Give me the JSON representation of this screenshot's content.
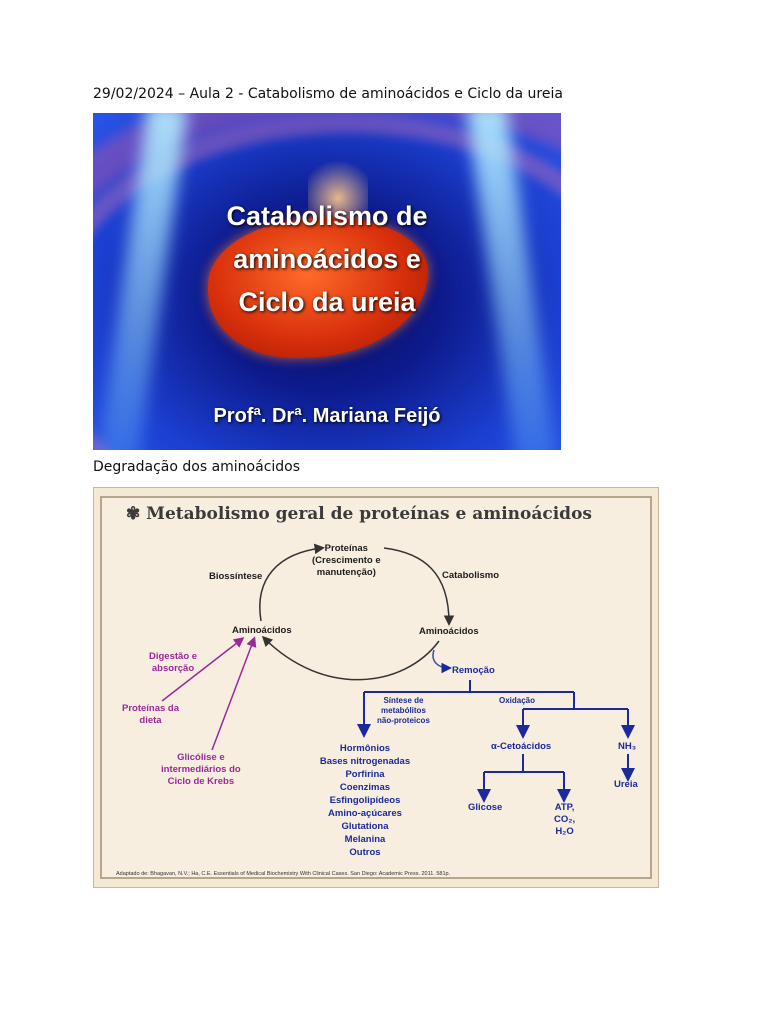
{
  "document": {
    "heading_line": "29/02/2024 – Aula 2 - Catabolismo de aminoácidos e Ciclo da ureia",
    "section_line": "Degradação dos aminoácidos"
  },
  "slide1": {
    "title_lines": [
      "Catabolismo de",
      "aminoácidos e",
      "Ciclo da ureia"
    ],
    "author": "Profª. Drª. Mariana Feijó"
  },
  "slide2": {
    "title": "✾ Metabolismo geral de proteínas e aminoácidos",
    "cycle": {
      "top": [
        "Proteínas",
        "(Crescimento e",
        "manutenção)"
      ],
      "left_label": "Biossíntese",
      "right_label": "Catabolismo",
      "left_node": "Aminoácidos",
      "right_node": "Aminoácidos"
    },
    "sources": {
      "digestion": [
        "Digestão e",
        "absorção"
      ],
      "diet": [
        "Proteínas da",
        "dieta"
      ],
      "glycolysis": [
        "Glicólise e",
        "intermediários do",
        "Ciclo de Krebs"
      ]
    },
    "removal": "Remoção",
    "branches": {
      "synthesis_label": [
        "Síntese de",
        "metabólitos",
        "não-proteicos"
      ],
      "oxidation_label": "Oxidação",
      "products": [
        "Hormônios",
        "Bases nitrogenadas",
        "Porfirina",
        "Coenzimas",
        "Esfingolipídeos",
        "Amino-açúcares",
        "Glutationa",
        "Melanina",
        "Outros"
      ],
      "ketoacids": "α-Cetoácidos",
      "nh3": "NH₃",
      "urea": "Ureia",
      "glucose": "Glicose",
      "atp": [
        "ATP,",
        "CO₂,",
        "H₂O"
      ]
    },
    "citation": "Adaptado de: Bhagavan, N.V.; Ha, C.E. Essentials of Medical Biochemistry With Clinical Cases. San Diego: Academic Press. 2011. 581p."
  }
}
